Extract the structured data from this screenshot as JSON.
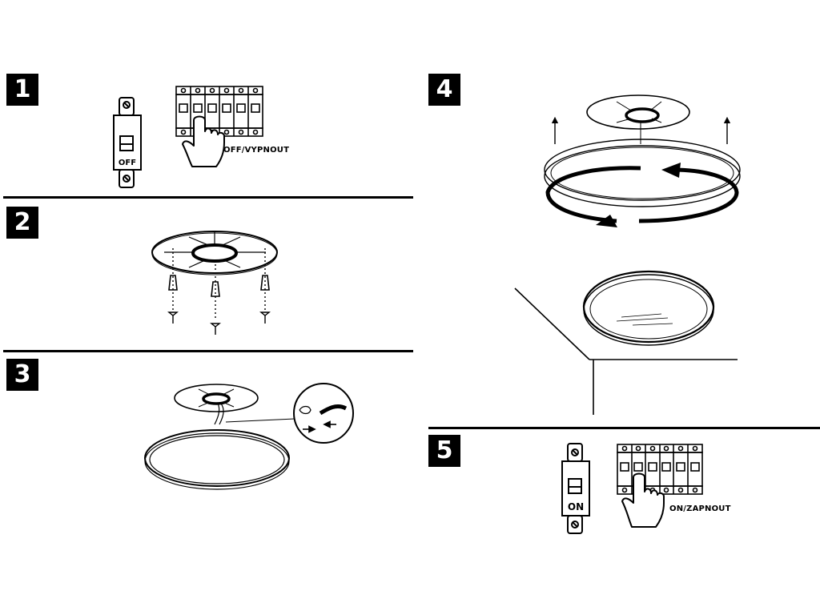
{
  "steps": [
    {
      "number": "1",
      "switch_label": "OFF",
      "caption": "OFF/VYPNOUT"
    },
    {
      "number": "2"
    },
    {
      "number": "3"
    },
    {
      "number": "4"
    },
    {
      "number": "5",
      "switch_label": "ON",
      "caption": "ON/ZAPNOUT"
    }
  ],
  "colors": {
    "ink": "#000000",
    "paper": "#ffffff"
  },
  "icons": [
    "wall-switch-icon",
    "circuit-breaker-panel-icon",
    "pointing-hand-icon",
    "mounting-plate-icon",
    "wall-plug-icon",
    "screw-icon",
    "wire-connector-icon",
    "rotation-arrow-icon",
    "ceiling-light-icon",
    "up-arrow-icon"
  ]
}
